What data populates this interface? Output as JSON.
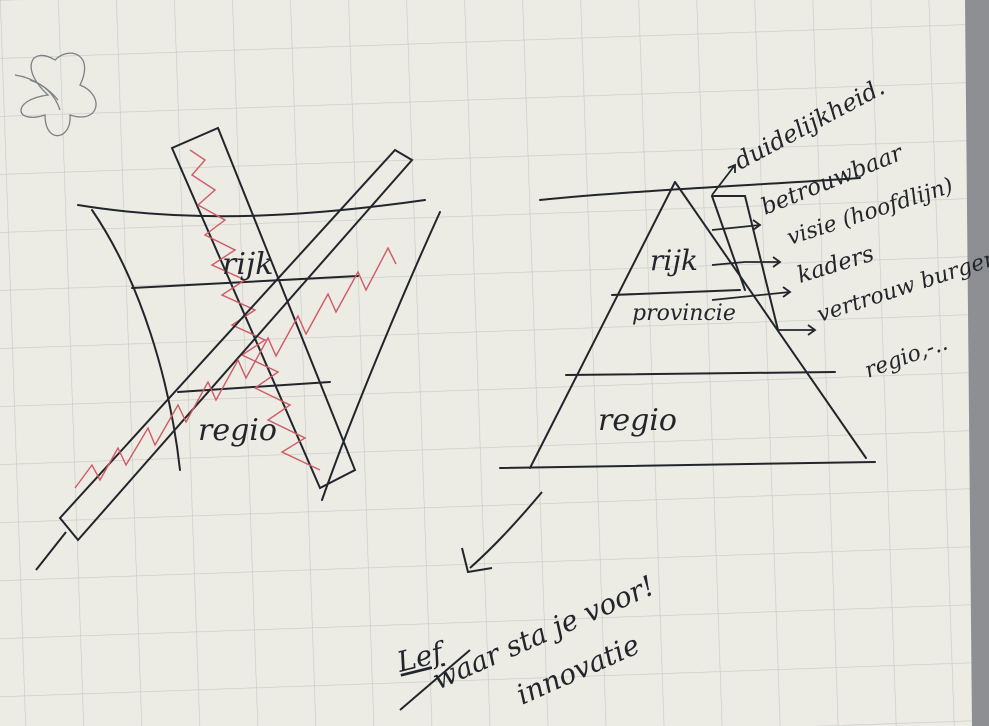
{
  "colors": {
    "paper": "#ecebe4",
    "grid": "#c6cac6",
    "ink": "#22262c",
    "red_ink": "#d05a66",
    "doodle": "#7d8186"
  },
  "left_sketch": {
    "top_label": "rijk",
    "bottom_label": "regio"
  },
  "right_sketch": {
    "top_label": "rijk",
    "middle_label": "provincie",
    "bottom_label": "regio"
  },
  "annotations": {
    "line_1": "duidelijkheid.",
    "line_2": "betrouwbaar",
    "line_3": "visie (hoofdlijn)",
    "line_4": "kaders",
    "line_5": "vertrouw burgers",
    "line_6": "regio,-.."
  },
  "bottom_note": {
    "word_1": "Lef",
    "line_1": "waar sta je voor!",
    "line_2": "innovatie"
  }
}
